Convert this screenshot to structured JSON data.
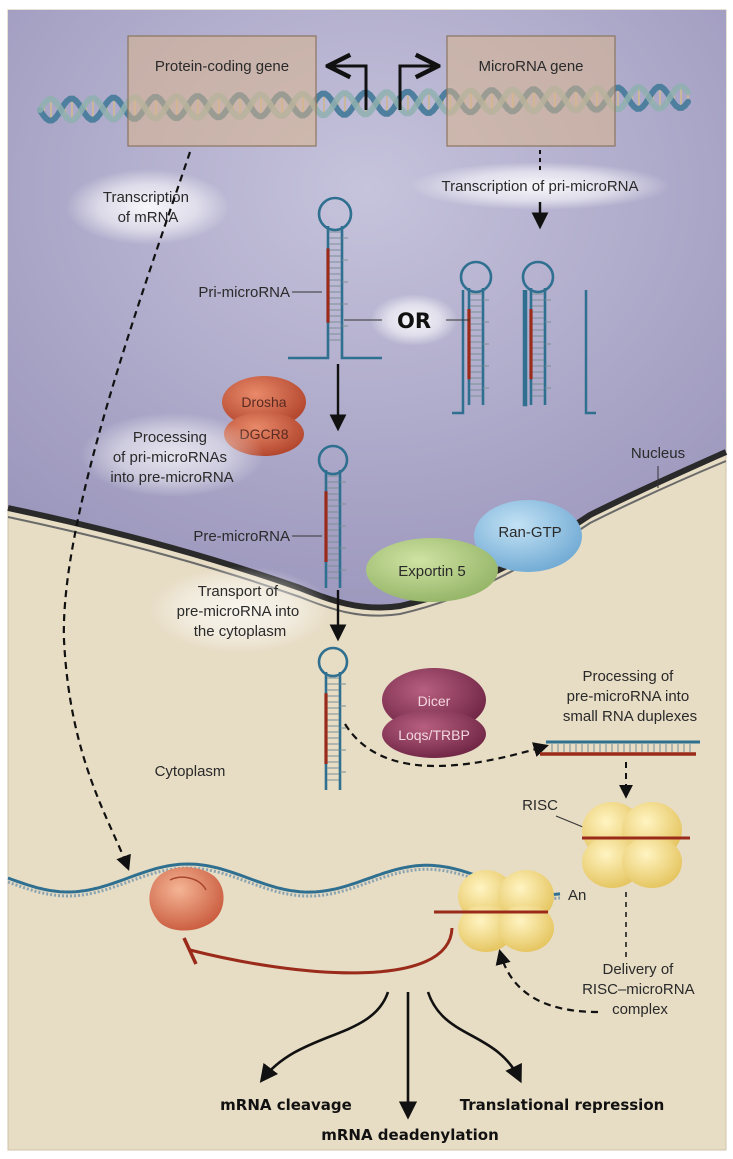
{
  "genes": {
    "protein_coding": "Protein-coding gene",
    "microrna": "MicroRNA gene"
  },
  "labels": {
    "transcription_mrna": [
      "Transcription",
      "of mRNA"
    ],
    "transcription_pri": "Transcription of pri-microRNA",
    "pri_microrna": "Pri-microRNA",
    "or": "OR",
    "processing_pri": [
      "Processing",
      "of pri-microRNAs",
      "into pre-microRNA"
    ],
    "nucleus": "Nucleus",
    "pre_microrna": "Pre-microRNA",
    "transport": [
      "Transport of",
      "pre-microRNA into",
      "the cytoplasm"
    ],
    "processing_pre": [
      "Processing of",
      "pre-microRNA into",
      "small RNA duplexes"
    ],
    "cytoplasm": "Cytoplasm",
    "risc": "RISC",
    "an": "An",
    "delivery": [
      "Delivery of",
      "RISC–microRNA",
      "complex"
    ]
  },
  "proteins": {
    "drosha": "Drosha",
    "dgcr8": "DGCR8",
    "exportin": "Exportin 5",
    "ran_gtp": "Ran-GTP",
    "dicer": "Dicer",
    "loqs_trbp": "Loqs/TRBP"
  },
  "outcomes": {
    "cleavage": "mRNA cleavage",
    "deadenylation": "mRNA deadenylation",
    "repression": "Translational repression"
  },
  "colors": {
    "nucleus": "#aaa6c6",
    "cytoplasm": "#e7dcc4",
    "rna_strand": "#2f6f90",
    "microrna_strand": "#9a2a1a",
    "drosha": "#c8553a",
    "dicer": "#8a3254",
    "exportin": "#a9c77e",
    "ran_gtp": "#8fc2e4",
    "risc": "#f2dc86",
    "ribosome": "#e18b6c"
  }
}
